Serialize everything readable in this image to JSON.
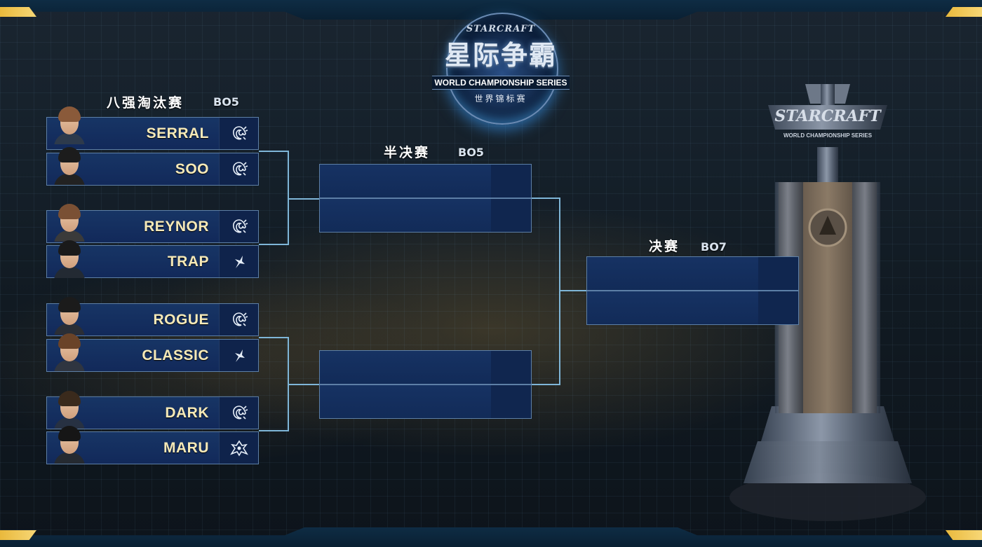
{
  "logo": {
    "brand": "STARCRAFT",
    "title": "星际争霸",
    "subtitle": "WORLD CHAMPIONSHIP SERIES",
    "subtitle_cn": "世界锦标赛"
  },
  "trophy": {
    "brand": "STARCRAFT",
    "caption": "WORLD CHAMPIONSHIP SERIES"
  },
  "stages": {
    "quarterfinal": {
      "title": "八强淘汰赛",
      "format": "BO5"
    },
    "semifinal": {
      "title": "半决赛",
      "format": "BO5"
    },
    "final": {
      "title": "决赛",
      "format": "BO7"
    }
  },
  "players": [
    {
      "name": "SERRAL",
      "race": "zerg"
    },
    {
      "name": "SOO",
      "race": "zerg"
    },
    {
      "name": "REYNOR",
      "race": "zerg"
    },
    {
      "name": "TRAP",
      "race": "protoss"
    },
    {
      "name": "ROGUE",
      "race": "zerg"
    },
    {
      "name": "CLASSIC",
      "race": "protoss"
    },
    {
      "name": "DARK",
      "race": "zerg"
    },
    {
      "name": "MARU",
      "race": "terran"
    }
  ],
  "colors": {
    "slot": "#173565",
    "slot_border": "#5d7fa6",
    "connector": "#7fb6d8",
    "name_text": "#f5e9b8",
    "accent_gold": "#e9b93c"
  }
}
